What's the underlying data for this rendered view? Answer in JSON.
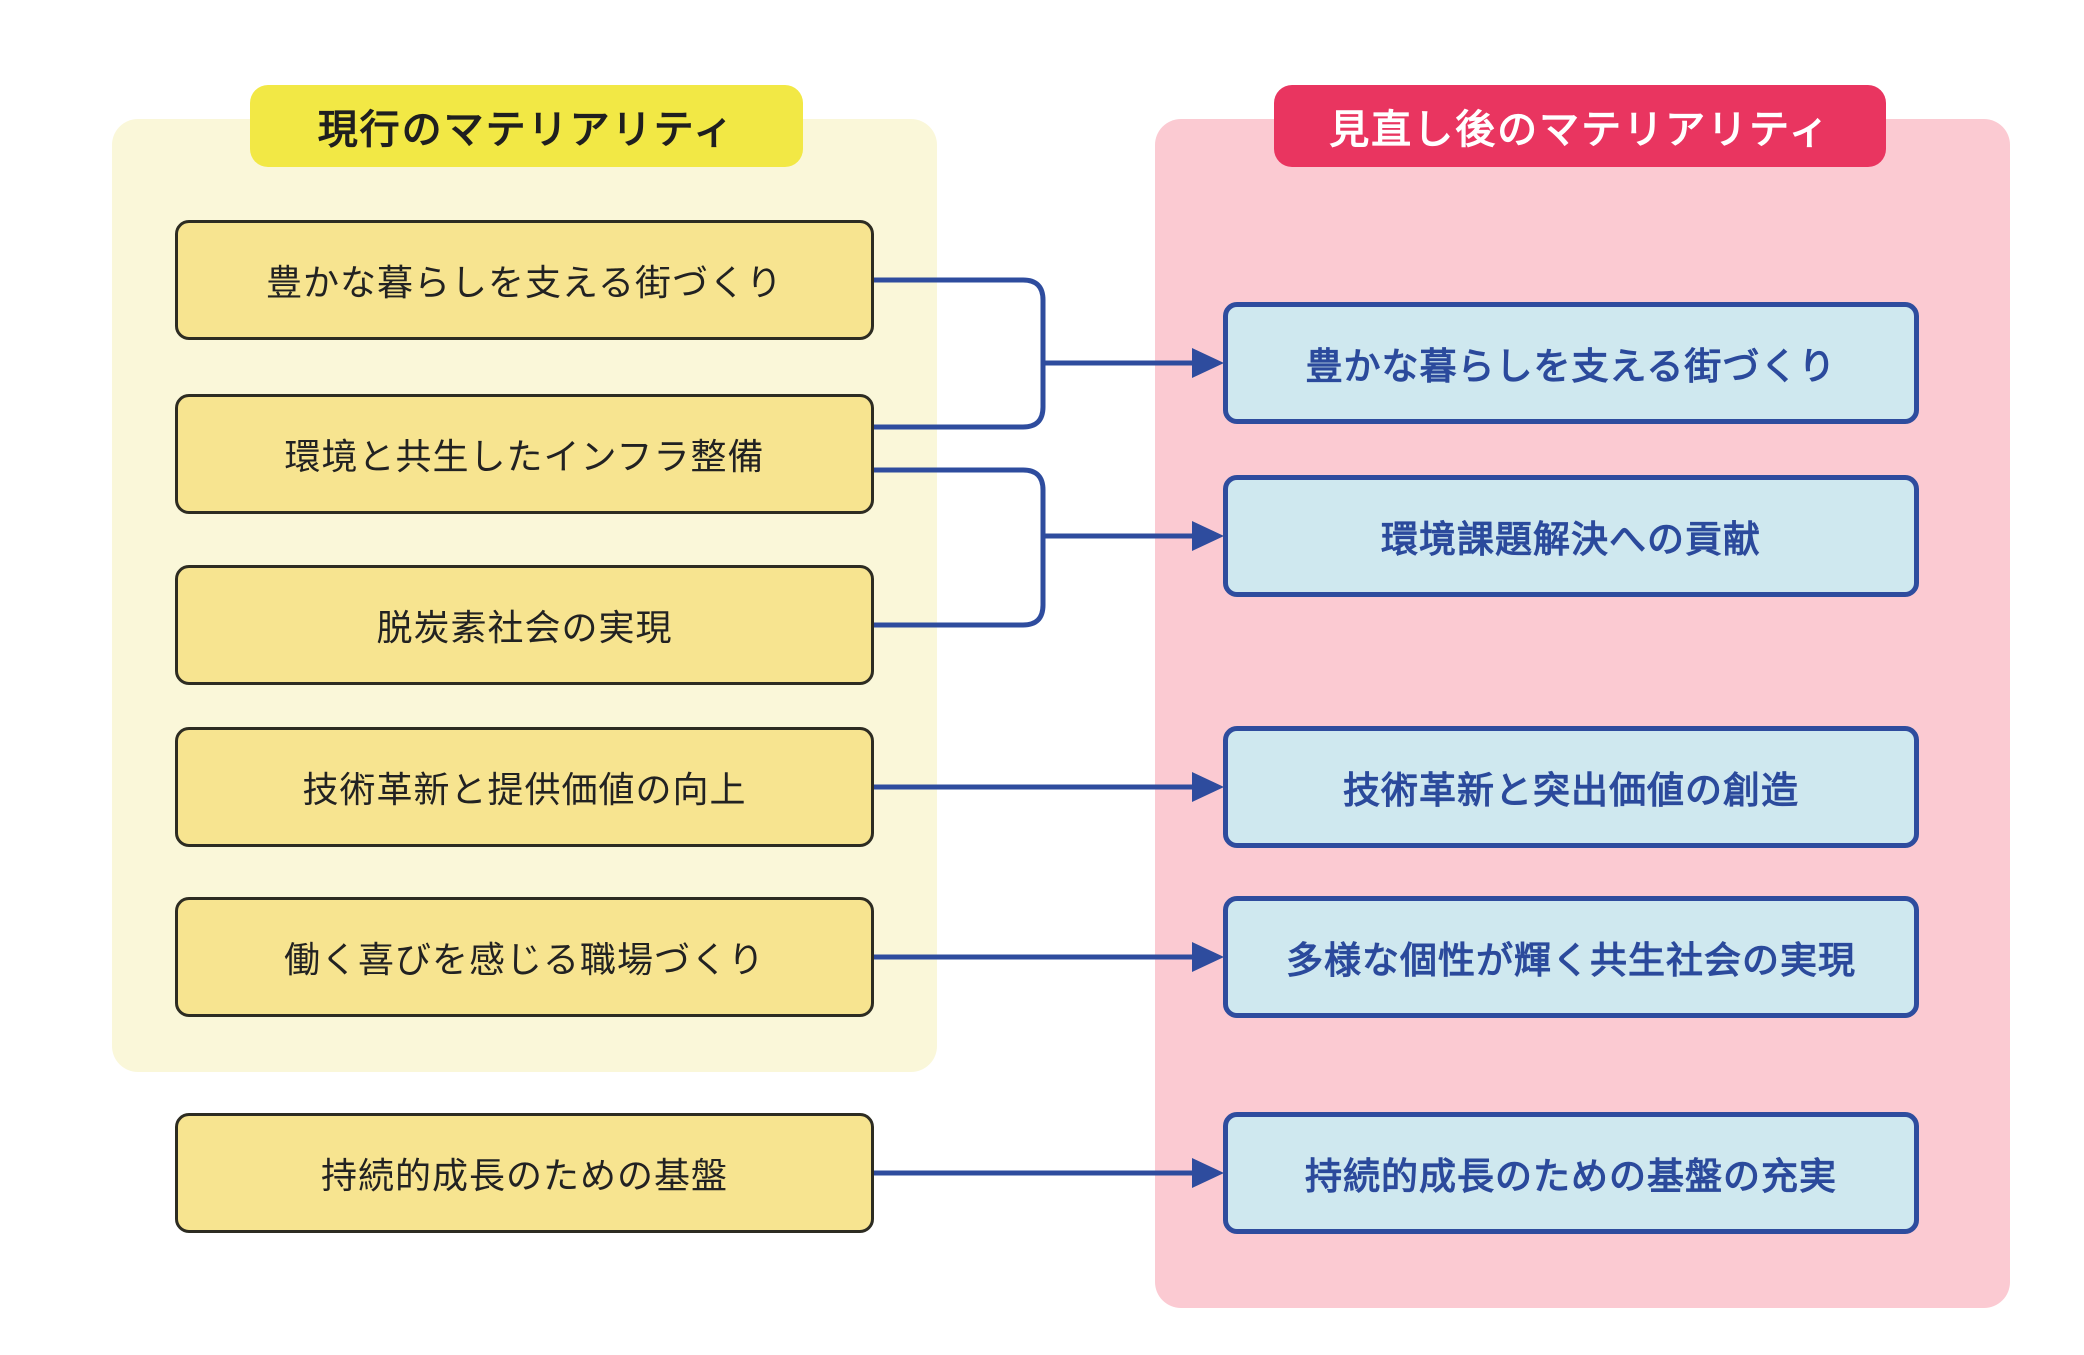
{
  "diagram": {
    "left_column": {
      "header": "現行のマテリアリティ",
      "boxes": [
        "豊かな暮らしを支える街づくり",
        "環境と共生したインフラ整備",
        "脱炭素社会の実現",
        "技術革新と提供価値の向上",
        "働く喜びを感じる職場づくり",
        "持続的成長のための基盤"
      ]
    },
    "right_column": {
      "header": "見直し後のマテリアリティ",
      "boxes": [
        "豊かな暮らしを支える街づくり",
        "環境課題解決への貢献",
        "技術革新と突出価値の創造",
        "多様な個性が輝く共生社会の実現",
        "持続的成長のための基盤の充実"
      ]
    },
    "mappings": [
      {
        "from": [
          "豊かな暮らしを支える街づくり",
          "環境と共生したインフラ整備"
        ],
        "to": "豊かな暮らしを支える街づくり"
      },
      {
        "from": [
          "環境と共生したインフラ整備",
          "脱炭素社会の実現"
        ],
        "to": "環境課題解決への貢献"
      },
      {
        "from": [
          "技術革新と提供価値の向上"
        ],
        "to": "技術革新と突出価値の創造"
      },
      {
        "from": [
          "働く喜びを感じる職場づくり"
        ],
        "to": "多様な個性が輝く共生社会の実現"
      },
      {
        "from": [
          "持続的成長のための基盤"
        ],
        "to": "持続的成長のための基盤の充実"
      }
    ],
    "colors": {
      "left_panel": "#faf7d9",
      "left_badge": "#f2e845",
      "left_box_fill": "#f7e490",
      "left_box_border": "#2d2c22",
      "right_panel": "#fbcad2",
      "right_badge": "#e93560",
      "right_box_fill": "#cfe8ef",
      "arrow_blue": "#2e4c9e",
      "right_text": "#2b4a9c"
    }
  }
}
